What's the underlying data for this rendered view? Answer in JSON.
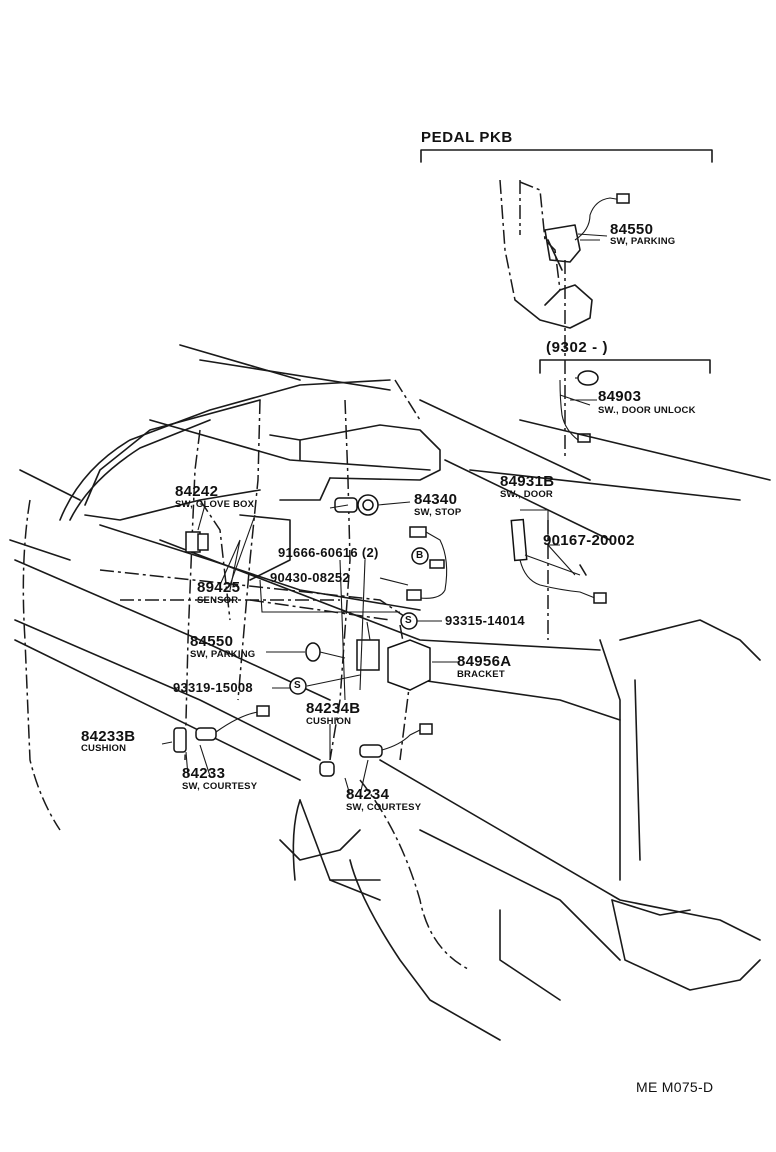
{
  "headers": {
    "pedal_pkb": "PEDAL PKB",
    "date_range": "(9302 -        )"
  },
  "parts": {
    "p84550_top": {
      "number": "84550",
      "name": "SW, PARKING"
    },
    "p84903": {
      "number": "84903",
      "name": "SW., DOOR UNLOCK"
    },
    "p84931b": {
      "number": "84931B",
      "name": "SW., DOOR"
    },
    "p90167": {
      "number": "90167-20002"
    },
    "p84242": {
      "number": "84242",
      "name": "SW, GLOVE BOX"
    },
    "p84340": {
      "number": "84340",
      "name": "SW, STOP"
    },
    "p91666": {
      "number": "91666-60616 (2)"
    },
    "p90430": {
      "number": "90430-08252"
    },
    "p89425": {
      "number": "89425",
      "name": "SENSOR"
    },
    "p93315": {
      "number": "93315-14014"
    },
    "p84550_mid": {
      "number": "84550",
      "name": "SW, PARKING"
    },
    "p84956a": {
      "number": "84956A",
      "name": "BRACKET"
    },
    "p93319": {
      "number": "93319-15008"
    },
    "p84234b": {
      "number": "84234B",
      "name": "CUSHION"
    },
    "p84233b": {
      "number": "84233B",
      "name": "CUSHION"
    },
    "p84233": {
      "number": "84233",
      "name": "SW, COURTESY"
    },
    "p84234": {
      "number": "84234",
      "name": "SW, COURTESY"
    }
  },
  "symbols": {
    "s": "S",
    "b": "B"
  },
  "footer": {
    "code": "ME M075-D"
  }
}
